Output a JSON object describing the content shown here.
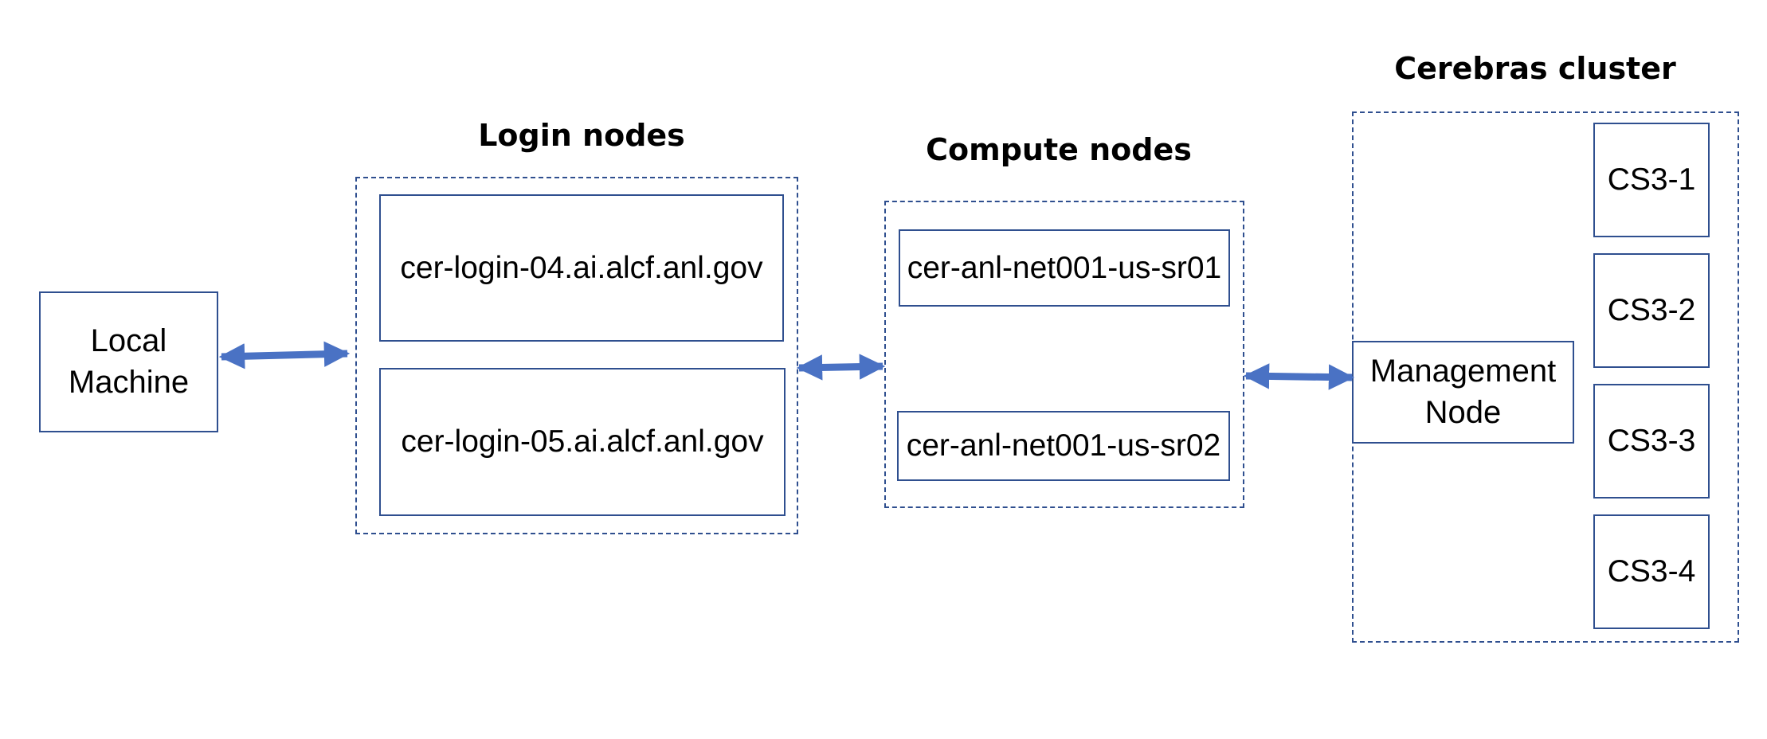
{
  "local_machine": {
    "line1": "Local",
    "line2": "Machine"
  },
  "login": {
    "heading": "Login nodes",
    "nodes": [
      "cer-login-04.ai.alcf.anl.gov",
      "cer-login-05.ai.alcf.anl.gov"
    ]
  },
  "compute": {
    "heading": "Compute nodes",
    "nodes": [
      "cer-anl-net001-us-sr01",
      "cer-anl-net001-us-sr02"
    ]
  },
  "cluster": {
    "heading": "Cerebras cluster",
    "management": {
      "line1": "Management",
      "line2": "Node"
    },
    "systems": [
      "CS3-1",
      "CS3-2",
      "CS3-3",
      "CS3-4"
    ]
  },
  "colors": {
    "arrow": "#4a72c4",
    "border": "#2f4f8f"
  },
  "icons": {
    "connector": "double-headed-arrow"
  }
}
